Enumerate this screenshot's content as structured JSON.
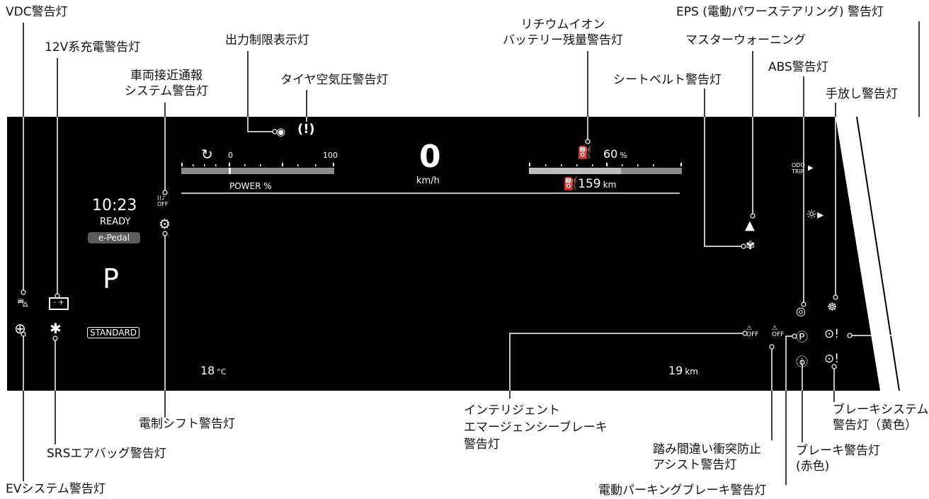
{
  "dash": {
    "time": "10:23",
    "ready": "READY",
    "epedal": "e-Pedal",
    "gear": "P",
    "mode": "STANDARD",
    "temp_value": "18",
    "temp_unit": "°C",
    "trip_value": "19",
    "trip_unit": "km",
    "speed_value": "0",
    "speed_unit": "km/h",
    "power_scale_min": "0",
    "power_scale_max": "100",
    "power_label": "POWER %",
    "battery_value": "60",
    "battery_unit": "%",
    "range_value": "159",
    "range_unit": "km",
    "odo_line1": "ODO",
    "odo_line2": "TRIP",
    "off_label": "OFF"
  },
  "labels": {
    "vdc": "VDC警告灯",
    "charge12v": "12V系充電警告灯",
    "output_limit": "出力制限表示灯",
    "approach_line1": "車両接近通報",
    "approach_line2": "システム警告灯",
    "tire": "タイヤ空気圧警告灯",
    "li_line1": "リチウムイオン",
    "li_line2": "バッテリー残量警告灯",
    "eps": "EPS (電動パワーステアリング) 警告灯",
    "master": "マスターウォーニング",
    "abs": "ABS警告灯",
    "seatbelt": "シートベルト警告灯",
    "handsoff": "手放し警告灯",
    "eshift": "電制シフト警告灯",
    "srs": "SRSエアバッグ警告灯",
    "ev": "EVシステム警告灯",
    "ieb_line1": "インテリジェント",
    "ieb_line2": "エマージェンシーブレーキ",
    "ieb_line3": "警告灯",
    "pedal_line1": "踏み間違い衝突防止",
    "pedal_line2": "アシスト警告灯",
    "epb": "電動パーキングブレーキ警告灯",
    "brake_red_line1": "ブレーキ警告灯",
    "brake_red_line2": "(赤色)",
    "brake_sys_line1": "ブレーキシステム",
    "brake_sys_line2": "警告灯（黄色）"
  },
  "icons": {
    "vdc": "vdc-skid-icon",
    "battery12v": "battery-icon",
    "output_limit": "turtle-icon",
    "tire": "tire-pressure-icon",
    "approach": "pedestrian-sound-off-icon",
    "eshift": "gear-warning-icon",
    "regen": "regen-arrow-icon",
    "fuel": "ev-charge-icon",
    "master": "warning-triangle-icon",
    "seatbelt": "seatbelt-icon",
    "abs": "abs-icon",
    "handsoff": "steering-hands-icon",
    "eps": "steering-warning-icon",
    "ieb": "emergency-brake-off-icon",
    "pedal": "pedal-assist-off-icon",
    "epb": "parking-brake-icon",
    "brake_red": "brake-warning-icon",
    "brake_sys": "brake-system-icon",
    "ev": "ev-car-icon",
    "srs": "airbag-icon",
    "light": "headlight-icon"
  },
  "colors": {
    "panel": "#000000",
    "text": "#ffffff",
    "gauge_dim": "#8a8a8a",
    "gauge_bright": "#ffffff",
    "epedal_bg": "#5a5a5a",
    "leader": "#000000"
  },
  "gauges": {
    "power_percent": 0,
    "battery_percent": 60
  }
}
